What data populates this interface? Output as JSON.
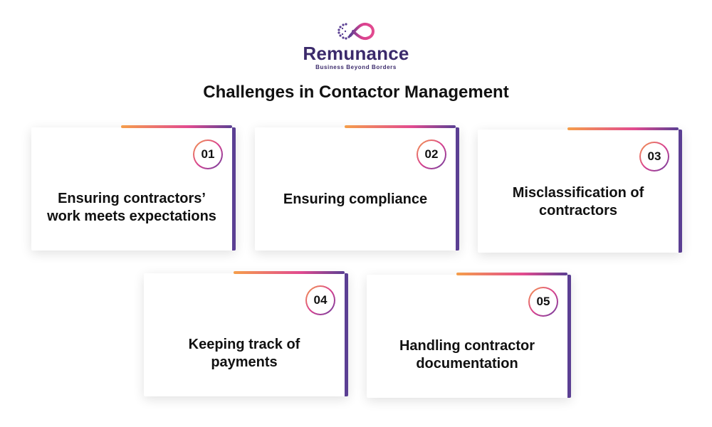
{
  "logo": {
    "brand": "Remunance",
    "tagline": "Business Beyond Borders",
    "icon": "infinity-logo-icon",
    "colors": {
      "brand": "#3b2a6b",
      "gradient_start": "#f59e4a",
      "gradient_end": "#e24a8f"
    }
  },
  "title": "Challenges in Contactor Management",
  "cards": [
    {
      "number": "01",
      "text": "Ensuring contractors’ work meets expectations"
    },
    {
      "number": "02",
      "text": "Ensuring compliance"
    },
    {
      "number": "03",
      "text": "Misclassification of contractors"
    },
    {
      "number": "04",
      "text": "Keeping track of payments"
    },
    {
      "number": "05",
      "text": "Handling contractor documentation"
    }
  ],
  "colors": {
    "accent_purple": "#5b3f93",
    "accent_orange": "#f59e4a",
    "accent_pink": "#e24a8f"
  }
}
